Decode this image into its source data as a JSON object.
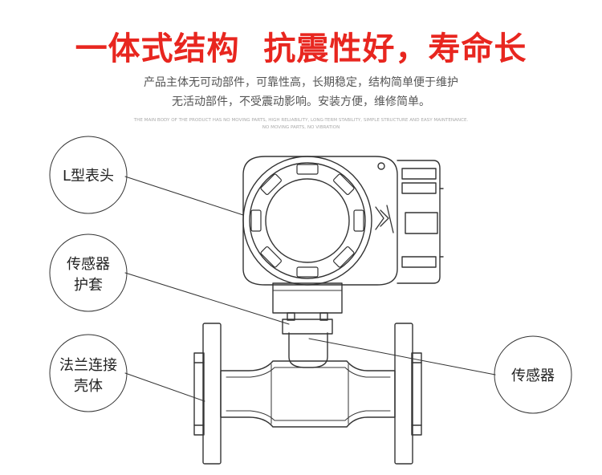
{
  "header": {
    "title": "一体式结构  抗震性好，寿命长",
    "desc_line1": "产品主体无可动部件，可靠性高，长期稳定，结构简单便于维护",
    "desc_line2": "无活动部件，不受震动影响。安装方便，维修简单。",
    "en_line1": "THE MAIN BODY OF THE PRODUCT HAS NO MOVING PARTS, HIGH RELIABILITY, LONG-TERM STABILITY, SIMPLE STRUCTURE AND EASY MAINTENANCE.",
    "en_line2": "NO MOVING PARTS, NO VIBRATION"
  },
  "labels": {
    "head": "L型表头",
    "sleeve_line1": "传感器",
    "sleeve_line2": "护套",
    "flange_line1": "法兰连接",
    "flange_line2": "壳体",
    "sensor": "传感器"
  },
  "colors": {
    "title": "#e8261f",
    "line": "#333333"
  }
}
